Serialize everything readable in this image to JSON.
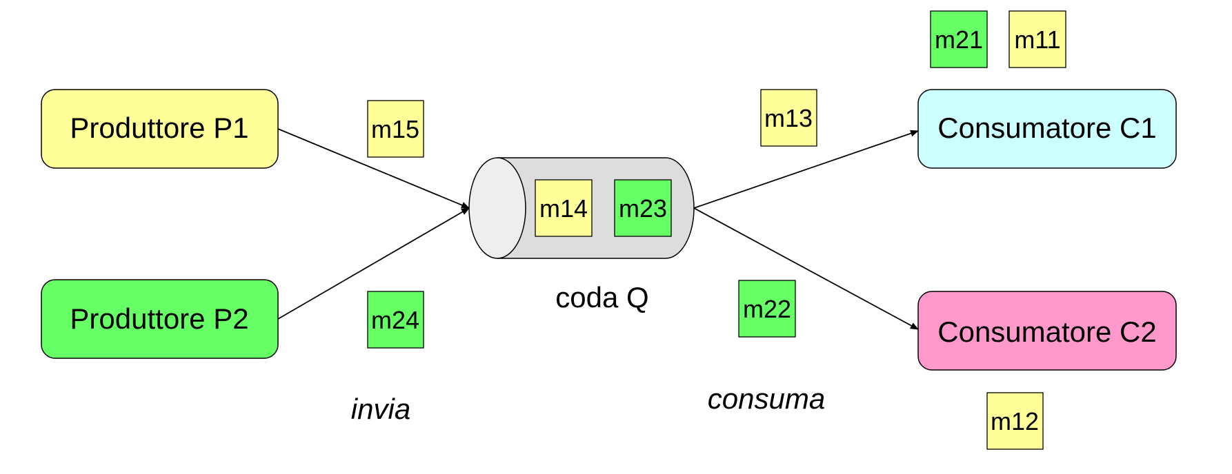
{
  "producers": [
    {
      "label": "Produttore P1",
      "fill": "#FFFF99"
    },
    {
      "label": "Produttore P2",
      "fill": "#66FF66"
    }
  ],
  "consumers": [
    {
      "label": "Consumatore C1",
      "fill": "#CCFFFF"
    },
    {
      "label": "Consumatore C2",
      "fill": "#FF99CC"
    }
  ],
  "queue": {
    "label": "coda Q",
    "fill": "#DDDDDD",
    "end_fill": "#EEEEEE"
  },
  "messages": [
    {
      "label": "m15",
      "color": "#FFFF99"
    },
    {
      "label": "m24",
      "color": "#66FF66"
    },
    {
      "label": "m14",
      "color": "#FFFF99"
    },
    {
      "label": "m23",
      "color": "#66FF66"
    },
    {
      "label": "m13",
      "color": "#FFFF99"
    },
    {
      "label": "m22",
      "color": "#66FF66"
    },
    {
      "label": "m21",
      "color": "#66FF66"
    },
    {
      "label": "m11",
      "color": "#FFFF99"
    },
    {
      "label": "m12",
      "color": "#FFFF99"
    }
  ],
  "actions": {
    "send": "invia",
    "consume": "consuma"
  }
}
